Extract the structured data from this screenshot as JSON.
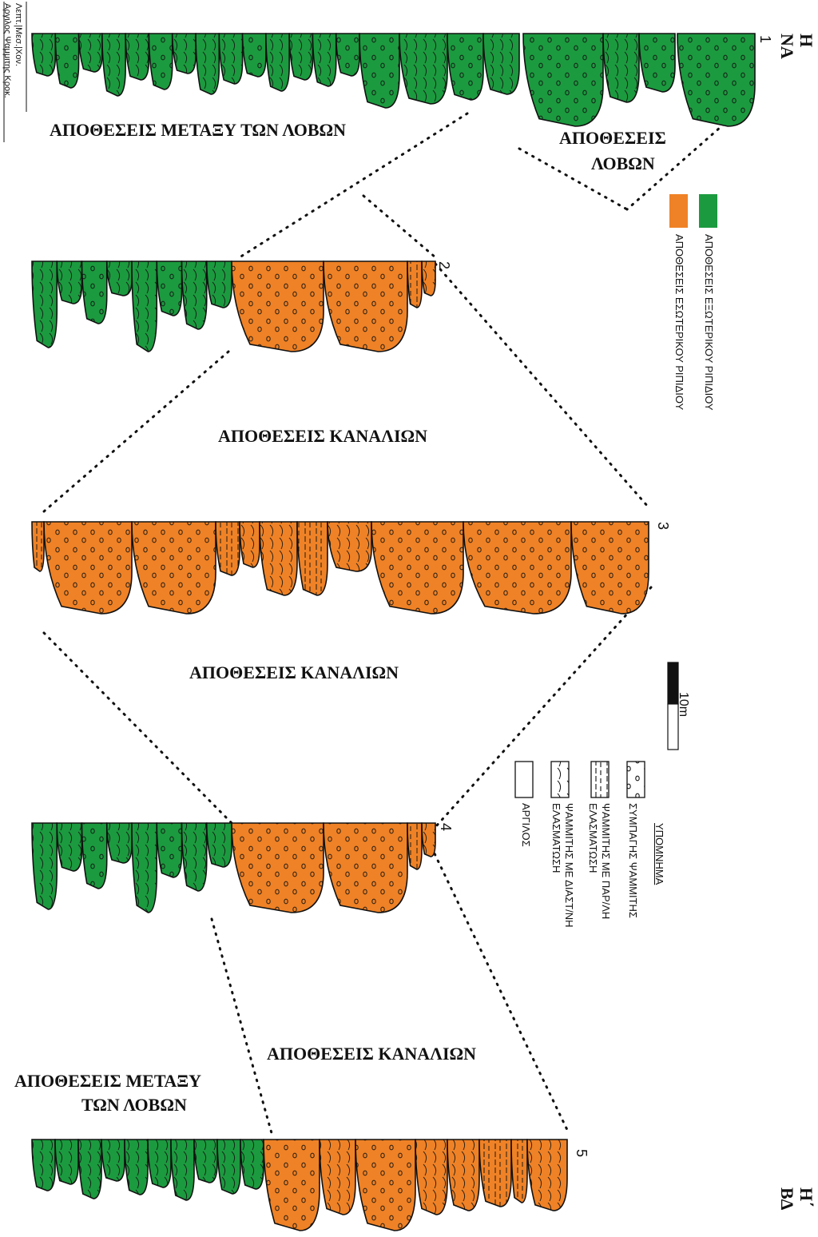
{
  "colors": {
    "green": "#1c9a3f",
    "orange": "#ef8226",
    "outline": "#111111"
  },
  "section": {
    "start_code": "Η",
    "start_direction": "ΝΑ",
    "end_code": "Η΄",
    "end_direction": "ΒΔ"
  },
  "grain_scale": {
    "row1": "Λεπτ.|Μεσ.|Χον.",
    "row2": "Αργιλος Ψαμμιτης Κροκ."
  },
  "logs": [
    {
      "number": "1"
    },
    {
      "number": "2"
    },
    {
      "number": "3"
    },
    {
      "number": "4"
    },
    {
      "number": "5"
    }
  ],
  "labels": {
    "interlobe_1": "ΑΠΟΘΕΣΕΙΣ ΜΕΤΑΞΥ ΤΩΝ ΛΟΒΩΝ",
    "lobes_line1": "ΑΠΟΘΕΣΕΙΣ",
    "lobes_line2": "ΛΟΒΩΝ",
    "channels_1": "ΑΠΟΘΕΣΕΙΣ ΚΑΝΑΛΙΩΝ",
    "channels_2": "ΑΠΟΘΕΣΕΙΣ ΚΑΝΑΛΙΩΝ",
    "channels_3": "ΑΠΟΘΕΣΕΙΣ ΚΑΝΑΛΙΩΝ",
    "interlobe_2_line1": "ΑΠΟΘΕΣΕΙΣ ΜΕΤΑΞΥ",
    "interlobe_2_line2": "ΤΩΝ ΛΟΒΩΝ"
  },
  "facies_legend": {
    "outer_fan": "ΑΠΟΘΕΣΕΙΣ ΕΞΩΤΕΡΙΚΟΥ ΡΙΠΙΔΙΟΥ",
    "inner_fan": "ΑΠΟΘΕΣΕΙΣ ΕΣΩΤΕΡΙΚΟΥ ΡΙΠΙΔΙΟΥ"
  },
  "scale": {
    "label": "10m"
  },
  "lithology_legend": {
    "title": "ΥΠΟΜΝΗΜΑ",
    "items": [
      {
        "line1": "ΣΥΜΠΑΓΗΣ ΨΑΜΜΙΤΗΣ",
        "line2": "",
        "icon": "massive-sandstone-icon"
      },
      {
        "line1": "ΨΑΜΜΙΤΗΣ ΜΕ ΠΑΡ/ΛΗ",
        "line2": "ΕΛΑΣΜΑΤΩΣΗ",
        "icon": "parallel-lamination-icon"
      },
      {
        "line1": "ΨΑΜΜΙΤΗΣ ΜΕ ΔΙΑΣΤ/ΝΗ",
        "line2": "ΕΛΑΣΜΑΤΩΣΗ",
        "icon": "cross-lamination-icon"
      },
      {
        "line1": "ΑΡΓΙΛΟΣ",
        "line2": "",
        "icon": "mudstone-icon"
      }
    ]
  }
}
